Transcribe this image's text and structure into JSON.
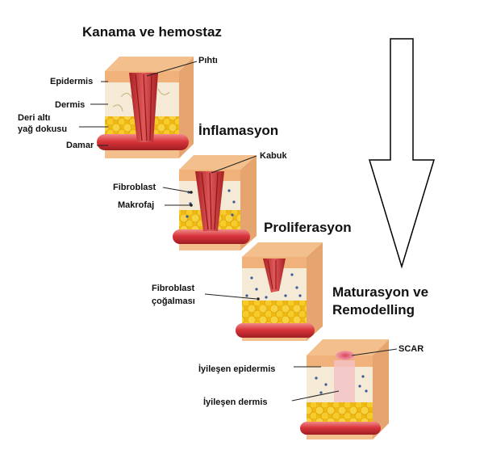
{
  "stages": {
    "s1": {
      "title": "Kanama ve hemostaz"
    },
    "s2": {
      "title": "İnflamasyon"
    },
    "s3": {
      "title": "Proliferasyon"
    },
    "s4": {
      "title_line1": "Maturasyon ve",
      "title_line2": "Remodelling"
    }
  },
  "labels": {
    "epidermis": "Epidermis",
    "dermis": "Dermis",
    "subcutaneous_line1": "Deri altı",
    "subcutaneous_line2": "yağ dokusu",
    "vessel": "Damar",
    "clot": "Pıhtı",
    "scab": "Kabuk",
    "fibroblast": "Fibroblast",
    "macrophage": "Makrofaj",
    "fibroblast_prolif_line1": "Fibroblast",
    "fibroblast_prolif_line2": "çoğalması",
    "scar": "SCAR",
    "healing_epidermis": "İyileşen epidermis",
    "healing_dermis": "İyileşen dermis"
  },
  "colors": {
    "skin_top": "#f3c08d",
    "skin_side": "#e6a56e",
    "dermis": "#f4ead6",
    "fat": "#f2c21f",
    "vessel": "#d9363c",
    "clot": "#c6312f",
    "arrow": "#000000"
  }
}
